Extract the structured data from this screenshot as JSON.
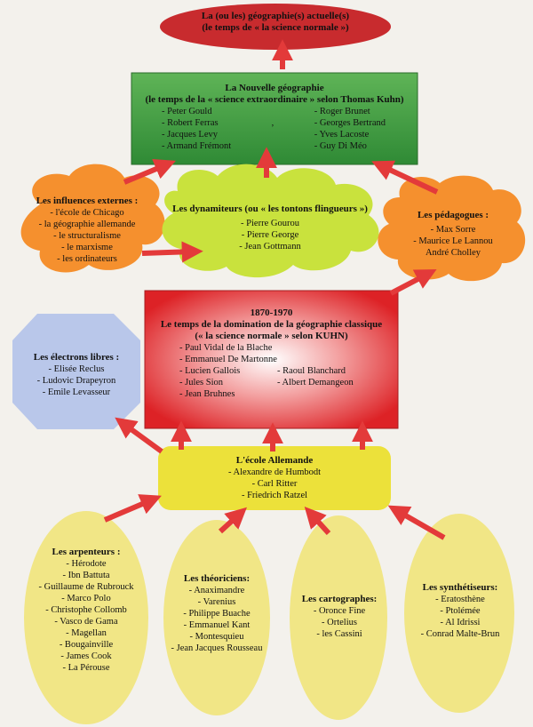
{
  "colors": {
    "arrow": "#e33a3a",
    "red_ellipse": "#c82b2e",
    "green_box": "#3f9a3a",
    "light_green_cloud": "#c9e23d",
    "orange_cloud": "#f5902e",
    "red_box": "#e0262b",
    "lavender_octagon": "#b9c7ea",
    "yellow_box": "#ece13a",
    "yellow_ellipse": "#f1e686"
  },
  "top": {
    "line1": "La (ou les) géographie(s) actuelle(s)",
    "line2": "(le temps de « la science normale »)"
  },
  "nouvelle": {
    "title1": "La Nouvelle géographie",
    "title2": "(le temps de la « science extraordinaire » selon Thomas Kuhn)",
    "left": [
      "- Peter Gould",
      "- Robert Ferras",
      "- Jacques Levy",
      "- Armand Frémont"
    ],
    "comma": ",",
    "right": [
      "- Roger Brunet",
      "- Georges Bertrand",
      "- Yves Lacoste",
      "- Guy Di Méo"
    ]
  },
  "influences": {
    "title": "Les influences externes :",
    "items": [
      "- l'école de Chicago",
      "- la géographie allemande",
      "- le structuralisme",
      "- le marxisme",
      "- les ordinateurs"
    ]
  },
  "dynamiteurs": {
    "title": "Les dynamiteurs (ou « les tontons flingueurs »)",
    "items": [
      "- Pierre Gourou",
      "- Pierre George",
      "- Jean Gottmann"
    ]
  },
  "pedagogues": {
    "title": "Les pédagogues :",
    "items": [
      "- Max Sorre",
      "- Maurice Le Lannou",
      "André Cholley"
    ]
  },
  "electrons": {
    "title": "Les électrons libres :",
    "items": [
      "- Elisée Reclus",
      "- Ludovic Drapeyron",
      "- Emile Levasseur"
    ]
  },
  "classique": {
    "title1": "1870-1970",
    "title2": "Le temps de la domination de la géographie classique",
    "title3": "(« la science normale » selon KUHN)",
    "full": [
      "- Paul Vidal de la Blache",
      "- Emmanuel De Martonne"
    ],
    "left": [
      "- Lucien Gallois",
      "- Jules Sion",
      "- Jean Bruhnes"
    ],
    "right": [
      "- Raoul Blanchard",
      "- Albert Demangeon"
    ]
  },
  "allemande": {
    "title": "L'école Allemande",
    "items": [
      "- Alexandre de Humbodt",
      "- Carl Ritter",
      "- Friedrich Ratzel"
    ]
  },
  "arpenteurs": {
    "title": "Les arpenteurs :",
    "items": [
      "- Hérodote",
      "- Ibn Battuta",
      "- Guillaume de Rubrouck",
      "- Marco Polo",
      "- Christophe Collomb",
      "- Vasco de Gama",
      "- Magellan",
      "- Bougainville",
      "- James Cook",
      "- La Pérouse"
    ]
  },
  "theoriciens": {
    "title": "Les théoriciens:",
    "items": [
      "- Anaximandre",
      "- Varenius",
      "- Philippe Buache",
      "- Emmanuel Kant",
      "- Montesquieu",
      "- Jean Jacques Rousseau"
    ]
  },
  "cartographes": {
    "title": "Les cartographes:",
    "items": [
      "- Oronce Fine",
      "- Ortelius",
      "- les Cassini"
    ]
  },
  "synthetiseurs": {
    "title": "Les synthétiseurs:",
    "items": [
      "- Eratosthène",
      "- Ptolémée",
      "- Al Idrissi",
      "- Conrad Malte-Brun"
    ]
  }
}
